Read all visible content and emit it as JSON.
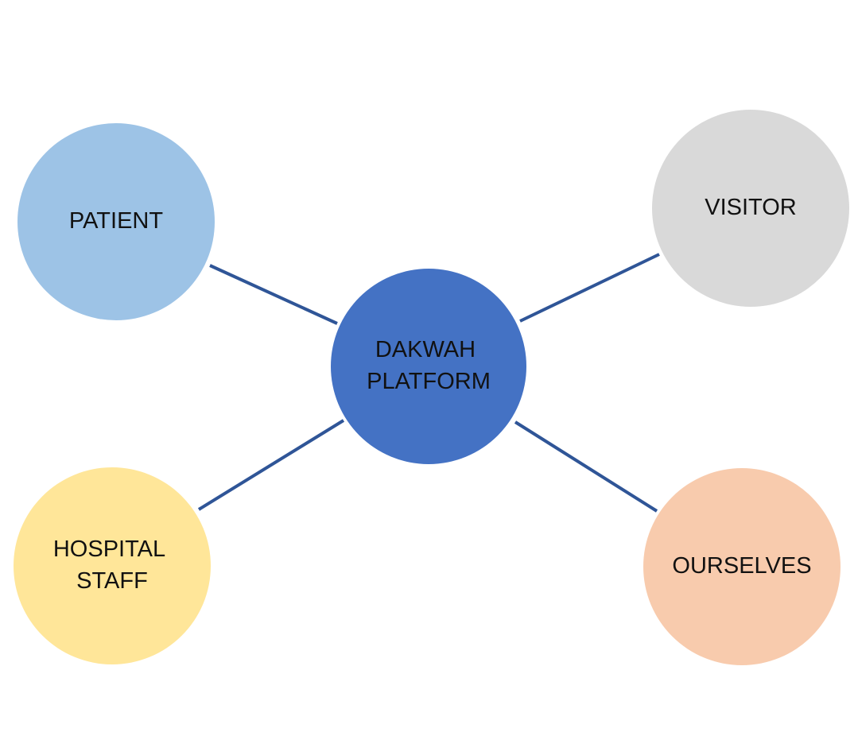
{
  "center": {
    "lines": [
      "DAKWAH",
      "PLATFORM"
    ],
    "color": "#4472C4"
  },
  "nodes": [
    {
      "id": "patient",
      "lines": [
        "PATIENT"
      ],
      "color": "#9DC3E6"
    },
    {
      "id": "visitor",
      "lines": [
        "VISITOR"
      ],
      "color": "#D9D9D9"
    },
    {
      "id": "hospital-staff",
      "lines": [
        "HOSPITAL",
        "STAFF"
      ],
      "color": "#FFE699"
    },
    {
      "id": "ourselves",
      "lines": [
        "OURSELVES"
      ],
      "color": "#F8CBAD"
    }
  ],
  "connector_color": "#2F5597"
}
